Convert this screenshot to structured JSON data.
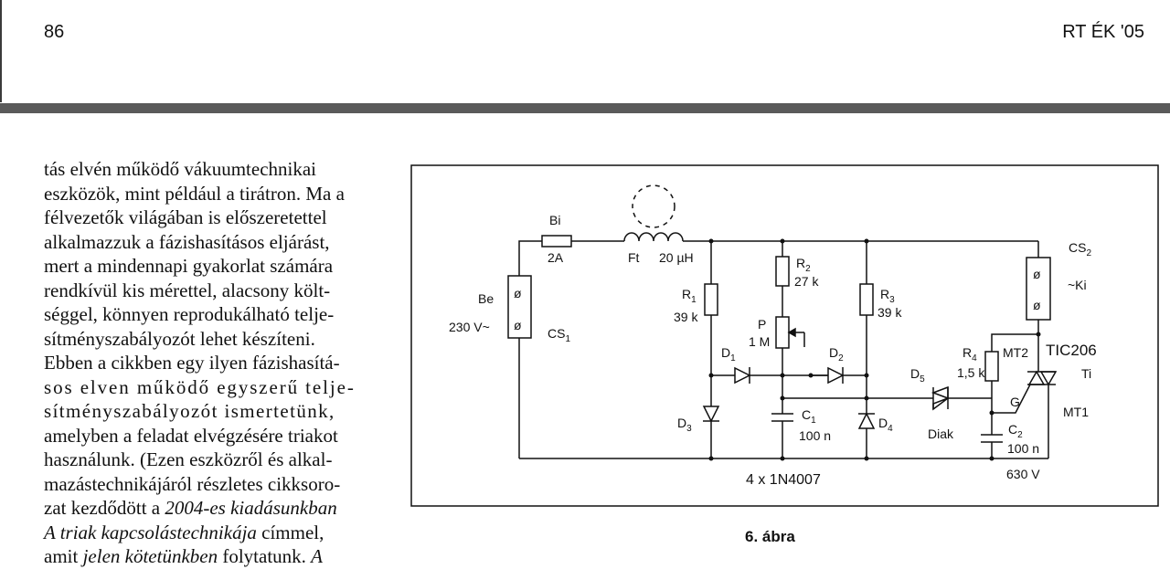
{
  "header": {
    "page_number": "86",
    "running_title": "RT ÉK '05"
  },
  "article": {
    "lines": [
      "tás elvén működő vákuumtechnikai",
      "eszközök, mint például a tirátron. Ma a",
      "félvezetők világában is előszeretettel",
      "alkalmazzuk a fázishasításos eljárást,",
      "mert a mindennapi gyakorlat számára",
      "rendkívül kis mérettel, alacsony költ-",
      "séggel, könnyen reprodukálható telje-",
      "sítményszabályozót lehet készíteni.",
      "Ebben a cikkben egy ilyen fázishasítá-",
      "sos elven működő egyszerű telje-",
      "sítményszabályozót ismertetünk,",
      "amelyben a feladat elvégzésére triakot",
      "használunk. (Ezen eszközről és alkal-",
      "mazástechnikájáról részletes cikksoro-"
    ],
    "line15": {
      "a": "zat kezdődött a ",
      "b": "2004-es kiadásunkban"
    },
    "line16": {
      "a": "A triak kapcsolástechnikája",
      "b": " címmel,"
    },
    "line17": {
      "a": "amit ",
      "b": "jelen kötetünkben",
      "c": " folytatunk. ",
      "d": "A"
    }
  },
  "figure": {
    "caption": "6. ábra",
    "labels": {
      "be": "Be",
      "voltage_in": "230 V~",
      "cs1_main": "CS",
      "cs1_sub": "1",
      "bi": "Bi",
      "fuse_rating": "2A",
      "ft": "Ft",
      "choke_value": "20 µH",
      "r1_main": "R",
      "r1_sub": "1",
      "r1_value": "39 k",
      "r2_main": "R",
      "r2_sub": "2",
      "r2_value": "27 k",
      "p_label": "P",
      "p_value": "1 M",
      "r3_main": "R",
      "r3_sub": "3",
      "r3_value": "39 k",
      "d1_main": "D",
      "d1_sub": "1",
      "d2_main": "D",
      "d2_sub": "2",
      "d3_main": "D",
      "d3_sub": "3",
      "d4_main": "D",
      "d4_sub": "4",
      "d5_main": "D",
      "d5_sub": "5",
      "c1_main": "C",
      "c1_sub": "1",
      "c1_value": "100 n",
      "diode_set": "4 x 1N4007",
      "diak": "Diak",
      "cs2_main": "CS",
      "cs2_sub": "2",
      "out_label": "~Ki",
      "r4_main": "R",
      "r4_sub": "4",
      "r4_value": "1,5 k",
      "mt2": "MT2",
      "triac_type": "TIC206",
      "ti": "Ti",
      "gate": "G",
      "mt1": "MT1",
      "c2_main": "C",
      "c2_sub": "2",
      "c2_value": "100 n",
      "c2_voltage": "630 V",
      "terminal_glyph": "ø"
    }
  }
}
